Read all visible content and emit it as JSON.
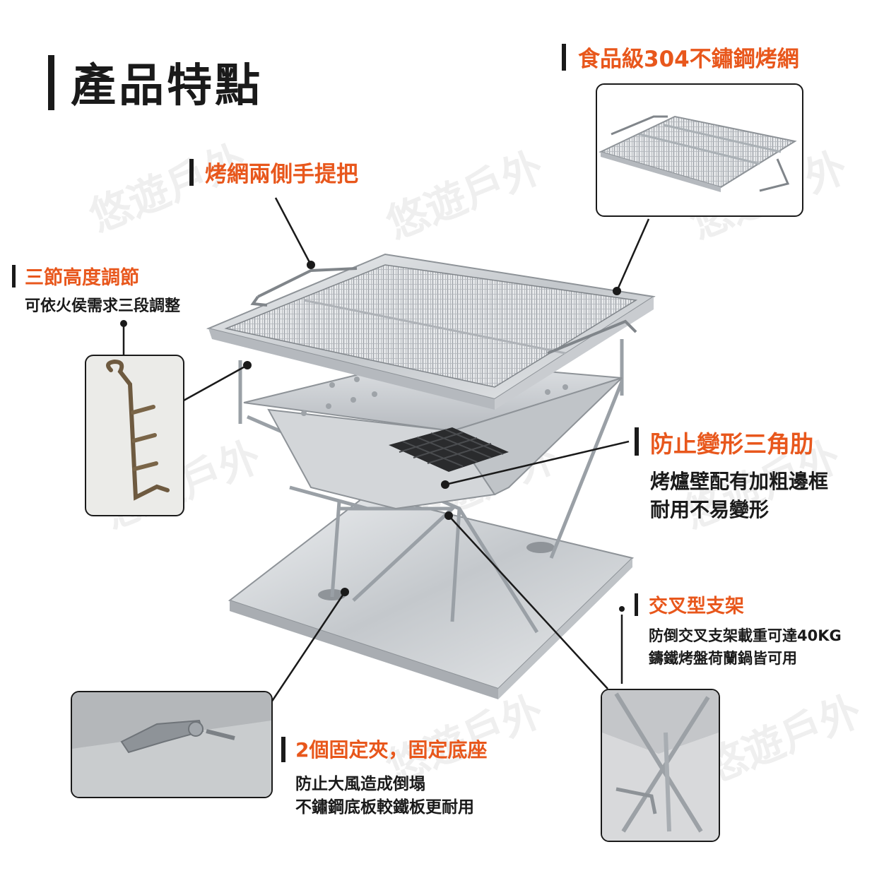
{
  "title": "產品特點",
  "watermark": "悠遊戶外",
  "features": {
    "grill_net": {
      "heading": "食品級304不鏽鋼烤網"
    },
    "handles": {
      "heading": "烤網兩側手提把"
    },
    "height": {
      "heading": "三節高度調節",
      "desc": "可依火侯需求三段調整"
    },
    "rib": {
      "heading": "防止變形三角肋",
      "desc1": "烤爐壁配有加粗邊框",
      "desc2": "耐用不易變形"
    },
    "stand": {
      "heading": "交叉型支架",
      "desc1": "防倒交叉支架載重可達40KG",
      "desc2": "鑄鐵烤盤荷蘭鍋皆可用"
    },
    "clips": {
      "heading": "2個固定夾，固定底座",
      "desc1": "防止大風造成倒塌",
      "desc2": "不鏽鋼底板較鐵板更耐用"
    }
  },
  "colors": {
    "accent": "#e8571c",
    "text": "#1a1a1a",
    "steel": "#c9ccd0"
  }
}
